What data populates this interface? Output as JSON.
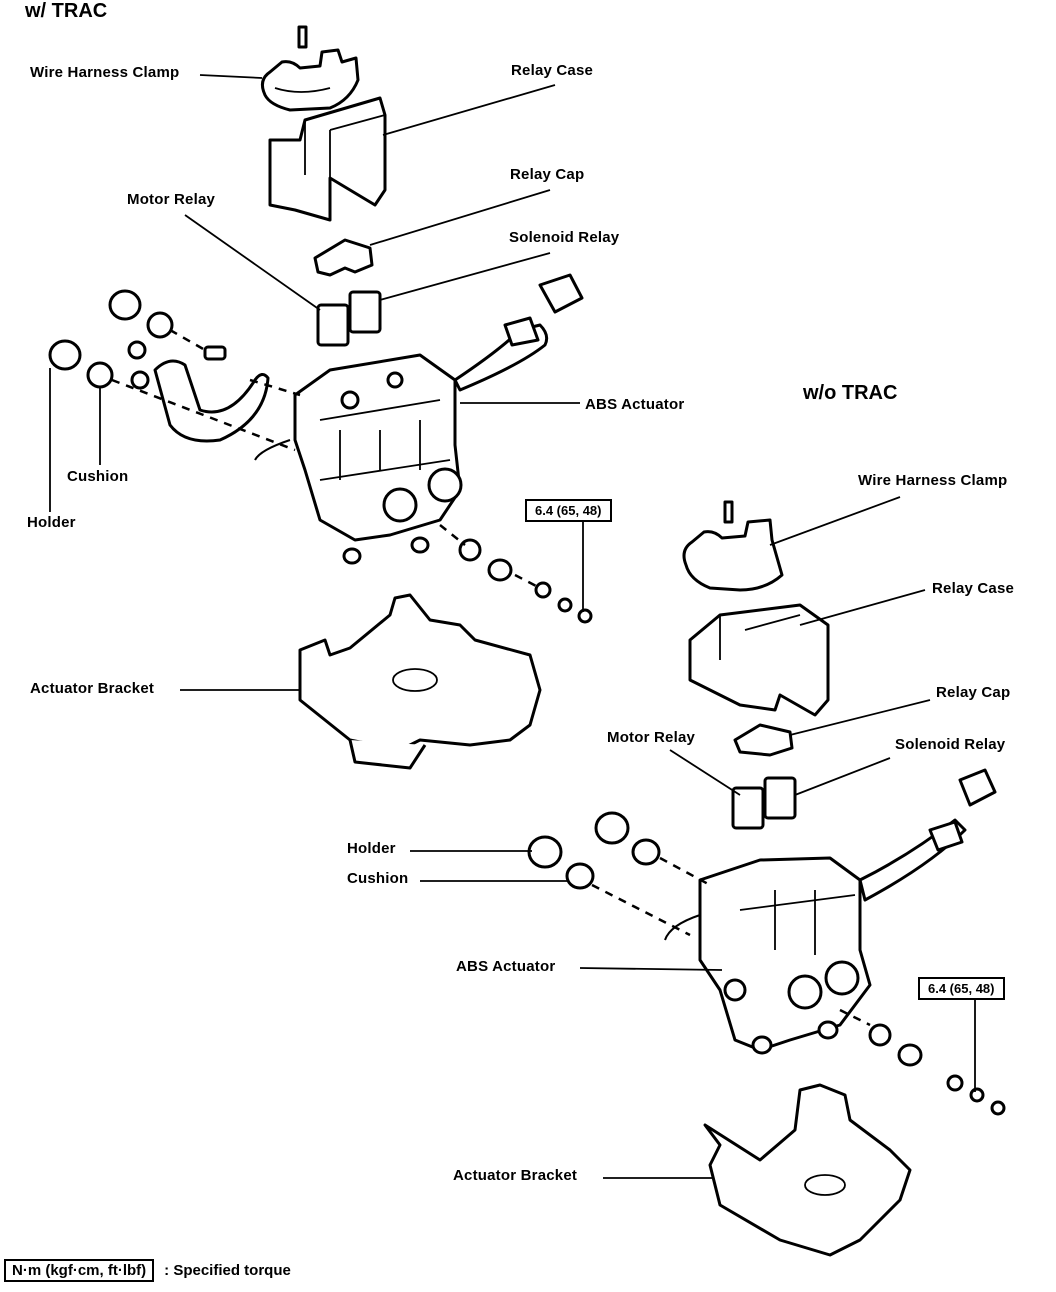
{
  "sections": {
    "with_trac": {
      "title": "w/ TRAC",
      "labels": {
        "wire_harness_clamp": "Wire Harness Clamp",
        "relay_case": "Relay Case",
        "relay_cap": "Relay Cap",
        "motor_relay": "Motor Relay",
        "solenoid_relay": "Solenoid Relay",
        "abs_actuator": "ABS Actuator",
        "cushion": "Cushion",
        "holder": "Holder",
        "actuator_bracket": "Actuator Bracket"
      },
      "torque": "6.4 (65, 48)"
    },
    "without_trac": {
      "title": "w/o TRAC",
      "labels": {
        "wire_harness_clamp": "Wire Harness Clamp",
        "relay_case": "Relay Case",
        "relay_cap": "Relay Cap",
        "motor_relay": "Motor Relay",
        "solenoid_relay": "Solenoid Relay",
        "holder": "Holder",
        "cushion": "Cushion",
        "abs_actuator": "ABS Actuator",
        "actuator_bracket": "Actuator Bracket"
      },
      "torque": "6.4 (65, 48)"
    }
  },
  "legend": {
    "unit": "N·m (kgf·cm, ft·lbf)",
    "description": ":  Specified torque"
  }
}
